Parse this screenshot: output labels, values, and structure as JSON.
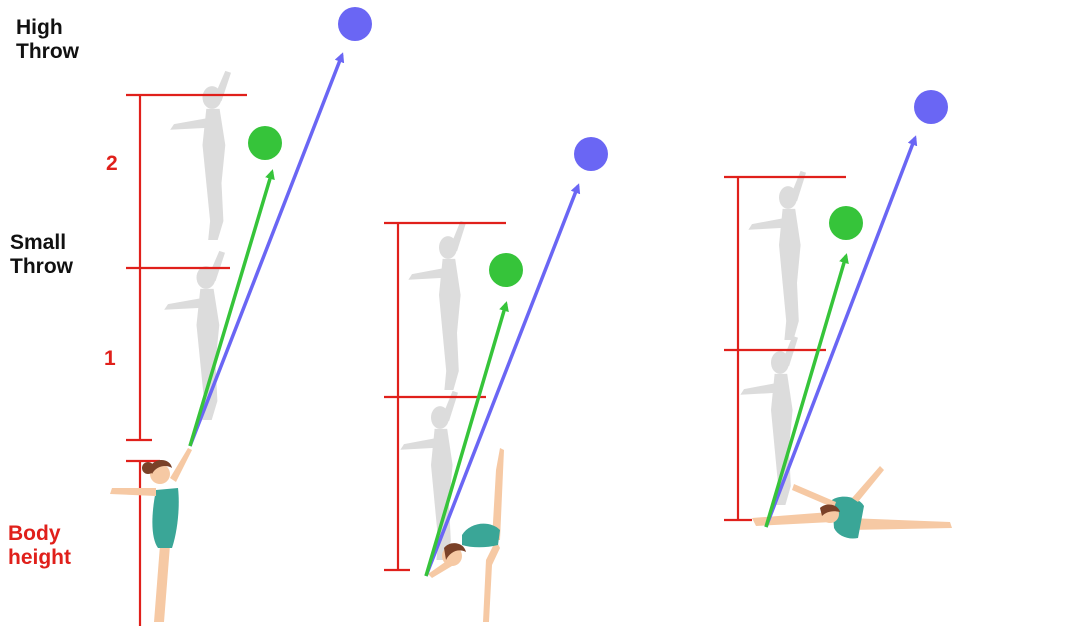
{
  "labels": {
    "high_throw_line1": "High",
    "high_throw_line2": "Throw",
    "small_throw_line1": "Small",
    "small_throw_line2": "Throw",
    "body_height_line1": "Body",
    "body_height_line2": "height",
    "unit_two": "2",
    "unit_one": "1"
  },
  "colors": {
    "measure_red": "#e0201b",
    "high_throw_blue": "#6a66f4",
    "small_throw_green": "#36c43a",
    "silhouette_gray": "#dcdcdc",
    "leotard_teal": "#3aa697",
    "skin": "#f6c9a4",
    "hair": "#7a4128"
  },
  "panels": [
    {
      "pose": "standing-arm-raised"
    },
    {
      "pose": "standing-split-backbend"
    },
    {
      "pose": "seated-split"
    }
  ]
}
